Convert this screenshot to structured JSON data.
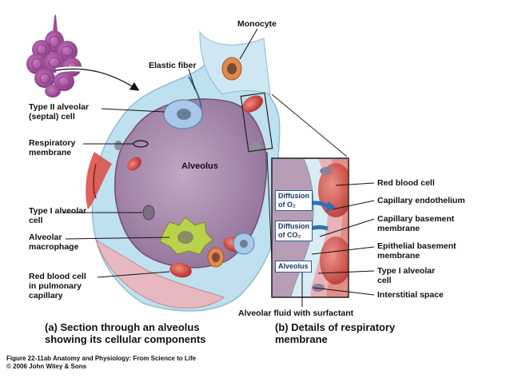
{
  "labels": {
    "monocyte": "Monocyte",
    "elastic_fiber": "Elastic fiber",
    "type2_cell": "Type II alveolar\n(septal) cell",
    "respiratory_membrane": "Respiratory\nmembrane",
    "alveolus": "Alveolus",
    "type1_cell_left": "Type I alveolar\ncell",
    "macrophage": "Alveolar\nmacrophage",
    "rbc_capillary": "Red blood cell\nin pulmonary\ncapillary",
    "alveolar_fluid": "Alveolar fluid with surfactant",
    "rbc_right": "Red blood cell",
    "capillary_endothelium": "Capillary endothelium",
    "capillary_basement": "Capillary basement\nmembrane",
    "epithelial_basement": "Epithelial basement\nmembrane",
    "type1_cell_right": "Type I alveolar\ncell",
    "interstitial_space": "Interstitial space"
  },
  "detail_boxes": {
    "diffusion_o2": "Diffusion\nof O₂",
    "diffusion_co2": "Diffusion\nof CO₂",
    "alveolus_box": "Alveolus"
  },
  "captions": {
    "a": "(a) Section through an alveolus\n      showing its cellular components",
    "b": "(b) Details of respiratory\n      membrane"
  },
  "credit": "Figure 22-11ab  Anatomy and Physiology: From Science to Life\n© 2006 John Wiley & Sons",
  "colors": {
    "alveolus_fill": "#a98cac",
    "wall_blue": "#bfe0ee",
    "rbc_red": "#d9534a",
    "macrophage_green": "#b8d24a",
    "arrow_blue": "#2f6fb5"
  }
}
